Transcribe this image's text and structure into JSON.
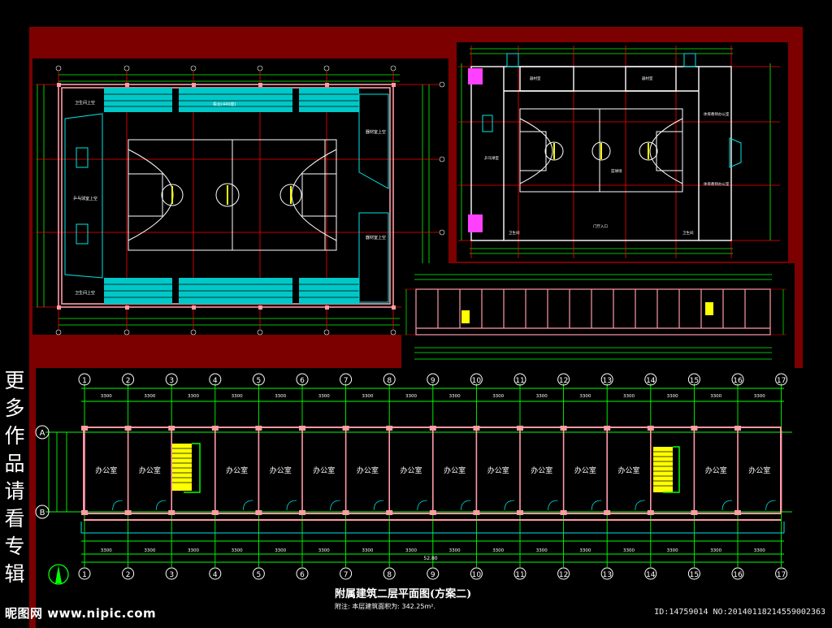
{
  "side_caption": [
    "更",
    "多",
    "作",
    "品",
    "请",
    "看",
    "专",
    "辑"
  ],
  "watermark": "昵图网 www.nipic.com",
  "image_id": "ID:14759014 NO:20140118214559002363",
  "plan_title": "附属建筑二层平面图(方案二)",
  "plan_note": "附注: 本层建筑面积为: 342.25m².",
  "office_label": "办公室",
  "column_labels": [
    "1",
    "2",
    "3",
    "4",
    "5",
    "6",
    "7",
    "8",
    "9",
    "10",
    "11",
    "12",
    "13",
    "14",
    "15",
    "16",
    "17"
  ],
  "row_labels": [
    "A",
    "B"
  ],
  "dimension_text": "3300",
  "total_dimension": "52.80",
  "colors": {
    "background": "#000000",
    "maroon": "#7d0000",
    "wall_pink": "#ff9aa6",
    "grid_green": "#00ff00",
    "grid_red": "#ff0000",
    "cyan": "#00e6e6",
    "yellow": "#ffff00",
    "white": "#ffffff"
  }
}
